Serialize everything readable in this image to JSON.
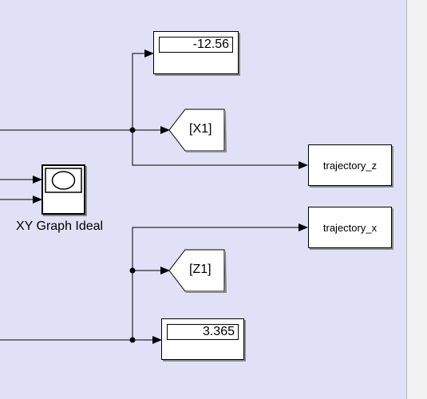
{
  "display_top": {
    "value": "-12.56"
  },
  "goto_x1": {
    "tag": "[X1]"
  },
  "goto_z1": {
    "tag": "[Z1]"
  },
  "outport_z": {
    "label": "trajectory_z"
  },
  "outport_x": {
    "label": "trajectory_x"
  },
  "display_bottom": {
    "value": "3.365"
  },
  "xy_graph": {
    "caption": "XY Graph Ideal",
    "icon": "xy-graph-icon"
  },
  "colors": {
    "canvas": "#e0e0f6",
    "block_fill": "#ffffff",
    "wire": "#000000"
  }
}
